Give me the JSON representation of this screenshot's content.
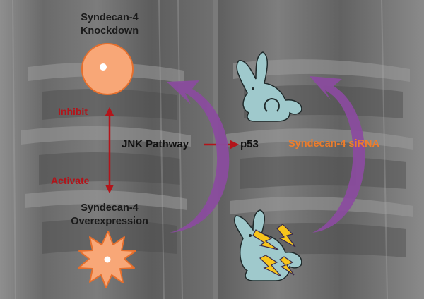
{
  "labels": {
    "knockdown_line1": "Syndecan-4",
    "knockdown_line2": "Knockdown",
    "overexpression_line1": "Syndecan-4",
    "overexpression_line2": "Overexpression",
    "inhibit": "Inhibit",
    "activate": "Activate",
    "jnk_pathway": "JNK Pathway",
    "p53": "p53",
    "sirna": "Syndecan-4 siRNA"
  },
  "icons": {
    "knockdown": "orange-circle-icon",
    "overexpression": "orange-star-burst-icon",
    "healthy_rabbit": "rabbit-icon",
    "damaged_rabbit": "rabbit-lightning-icon",
    "left_curve": "curved-purple-arrow-icon",
    "right_curve": "curved-purple-arrow-icon"
  },
  "colors": {
    "orange_fill": "#f8a777",
    "orange_stroke": "#e56f2d",
    "rabbit_fill": "#9fc9cc",
    "purple": "#8a4c9e",
    "red": "#b3141a",
    "orange_text": "#ee7d2b",
    "lightning": "#f7c51b"
  }
}
